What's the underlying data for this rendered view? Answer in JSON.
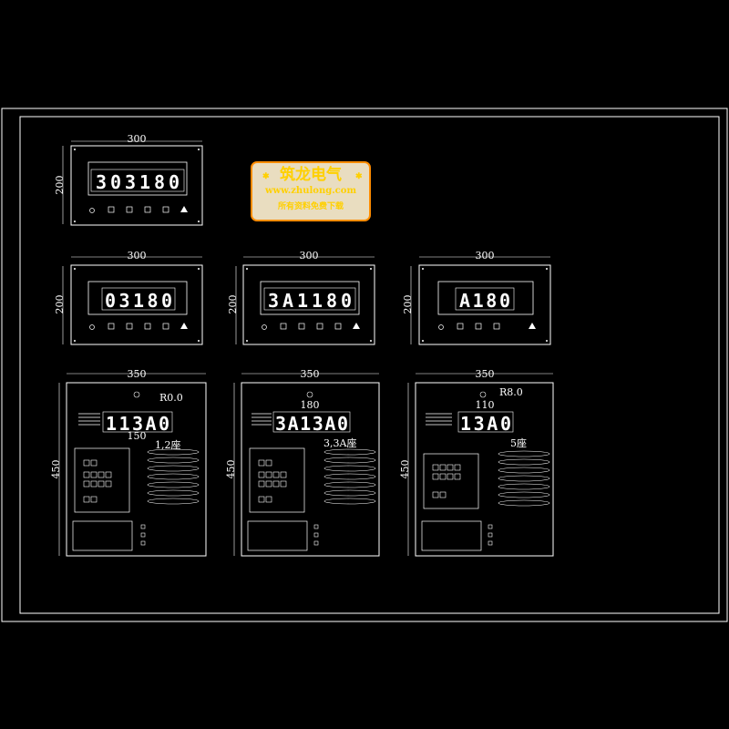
{
  "colors": {
    "background": "#000000",
    "lines": "#ffffff",
    "stamp": "#ffd000",
    "stamp_border": "#ff8c00"
  },
  "stamp": {
    "title": "筑龙电气",
    "url": "www.zhulong.com",
    "subtitle": "所有资料免费下载"
  },
  "small_panels": [
    {
      "id": "p1",
      "width_dim": "300",
      "height_dim": "200",
      "display": "303180",
      "caption": ""
    },
    {
      "id": "p2",
      "width_dim": "300",
      "height_dim": "200",
      "display": "03180",
      "caption": ""
    },
    {
      "id": "p3",
      "width_dim": "300",
      "height_dim": "200",
      "display": "3A1180",
      "caption": ""
    },
    {
      "id": "p4",
      "width_dim": "300",
      "height_dim": "200",
      "display": "A180",
      "caption": ""
    }
  ],
  "large_panels": [
    {
      "id": "L1",
      "width_dim": "350",
      "height_dim": "450",
      "display": "113A0",
      "seat": "1,2座",
      "top_dim": "R0.0",
      "bottom_dim": "150",
      "top_inner_dim": ""
    },
    {
      "id": "L2",
      "width_dim": "350",
      "height_dim": "450",
      "display": "3A13A0",
      "seat": "3,3A座",
      "top_dim": "",
      "bottom_dim": "",
      "top_inner_dim": "180"
    },
    {
      "id": "L3",
      "width_dim": "350",
      "height_dim": "450",
      "display": "13A0",
      "seat": "5座",
      "top_dim": "R8.0",
      "bottom_dim": "",
      "top_inner_dim": "110"
    }
  ]
}
